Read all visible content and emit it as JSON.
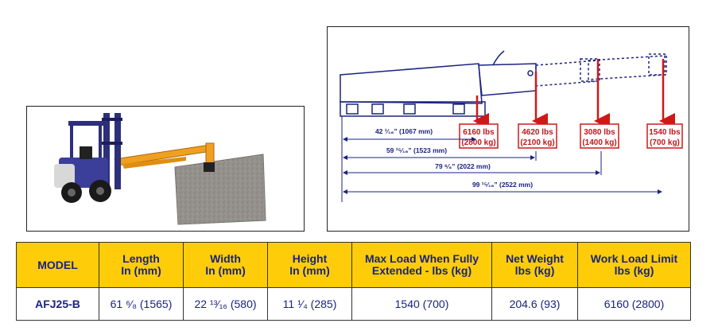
{
  "diagram": {
    "loads": [
      {
        "lbs": "6160 lbs",
        "kg": "(2800 kg)"
      },
      {
        "lbs": "4620 lbs",
        "kg": "(2100 kg)"
      },
      {
        "lbs": "3080 lbs",
        "kg": "(1400 kg)"
      },
      {
        "lbs": "1540 lbs",
        "kg": "(700 kg)"
      }
    ],
    "dimensions": [
      "42 ¹⁄₁₆” (1067 mm)",
      "59 ¹⁵⁄₁₆” (1523 mm)",
      "79 ⁶⁄₈” (2022 mm)",
      "99 ¹⁵⁄₁₆” (2522 mm)"
    ]
  },
  "table": {
    "headers": [
      [
        "MODEL"
      ],
      [
        "Length",
        "In (mm)"
      ],
      [
        "Width",
        "In (mm)"
      ],
      [
        "Height",
        "In (mm)"
      ],
      [
        "Max Load When Fully",
        "Extended - lbs (kg)"
      ],
      [
        "Net Weight",
        "lbs (kg)"
      ],
      [
        "Work Load Limit",
        "lbs (kg)"
      ]
    ],
    "row": [
      "AFJ25-B",
      "61 ⁶⁄₈ (1565)",
      "22 ¹³⁄₁₆ (580)",
      "11 ¹⁄₄ (285)",
      "1540 (700)",
      "204.6 (93)",
      "6160 (2800)"
    ]
  },
  "colors": {
    "header_bg": "#ffcc0a",
    "text_navy": "#1a237e",
    "load_red": "#c0161c",
    "boom_orange": "#f0a020"
  }
}
